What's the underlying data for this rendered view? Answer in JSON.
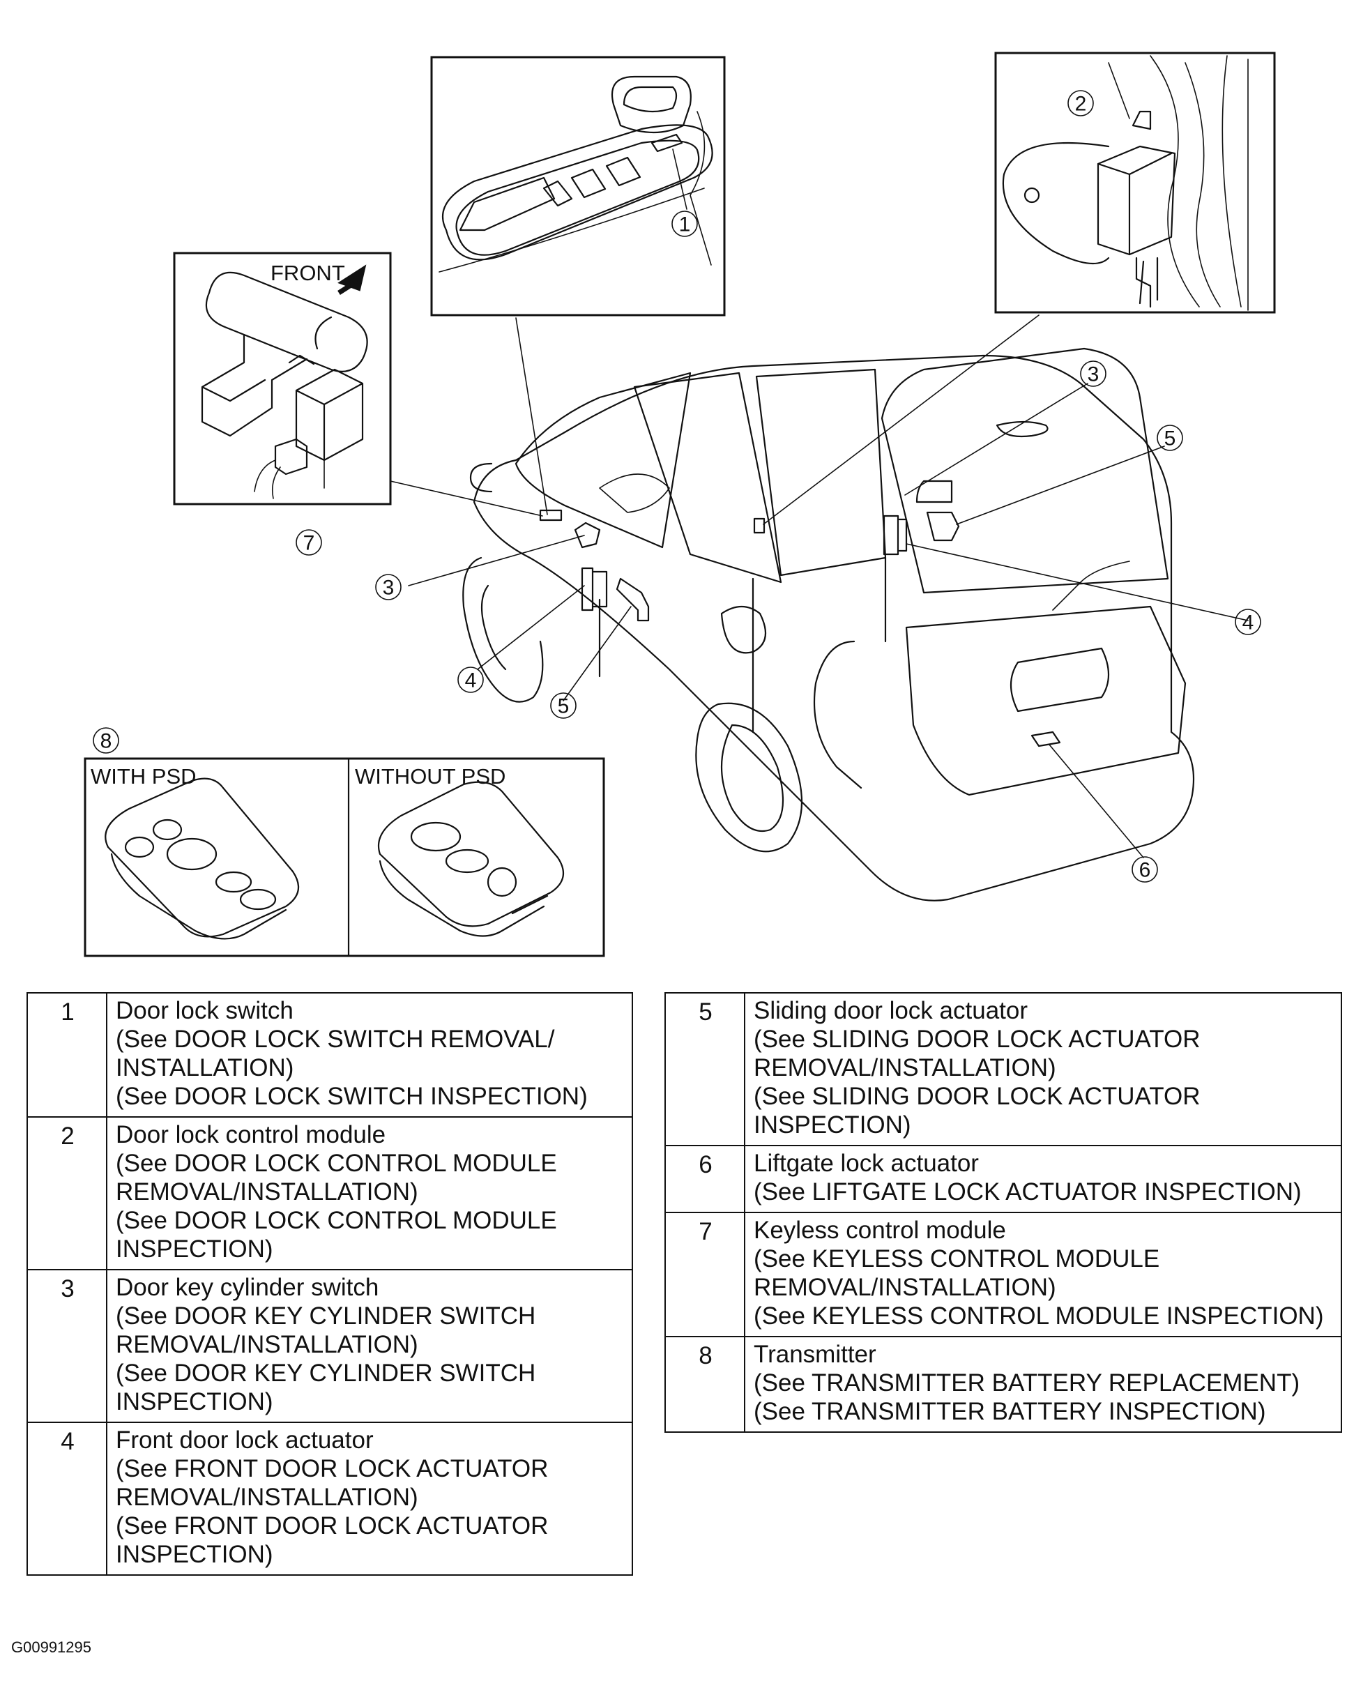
{
  "diagram": {
    "front_label": "FRONT",
    "callouts": [
      "1",
      "2",
      "3",
      "4",
      "5",
      "6",
      "7",
      "8"
    ],
    "transmitter_inset": {
      "with_psd": "WITH PSD",
      "without_psd": "WITHOUT PSD"
    }
  },
  "parts_table": [
    {
      "num": "1",
      "name": "Door lock switch",
      "refs": [
        "(See DOOR LOCK SWITCH REMOVAL/ INSTALLATION)",
        "(See DOOR LOCK SWITCH INSPECTION)"
      ]
    },
    {
      "num": "2",
      "name": "Door lock control module",
      "refs": [
        "(See DOOR LOCK CONTROL MODULE REMOVAL/INSTALLATION)",
        "(See DOOR LOCK CONTROL MODULE INSPECTION)"
      ]
    },
    {
      "num": "3",
      "name": "Door key cylinder switch",
      "refs": [
        "(See DOOR KEY CYLINDER SWITCH REMOVAL/INSTALLATION)",
        "(See DOOR KEY CYLINDER SWITCH INSPECTION)"
      ]
    },
    {
      "num": "4",
      "name": "Front door lock actuator",
      "refs": [
        "(See FRONT DOOR LOCK ACTUATOR REMOVAL/INSTALLATION)",
        "(See FRONT DOOR LOCK ACTUATOR INSPECTION)"
      ]
    },
    {
      "num": "5",
      "name": "Sliding door lock actuator",
      "refs": [
        "(See SLIDING DOOR LOCK ACTUATOR REMOVAL/INSTALLATION)",
        "(See SLIDING DOOR LOCK ACTUATOR INSPECTION)"
      ]
    },
    {
      "num": "6",
      "name": "Liftgate lock actuator",
      "refs": [
        "(See LIFTGATE LOCK ACTUATOR INSPECTION)"
      ]
    },
    {
      "num": "7",
      "name": "Keyless control module",
      "refs": [
        "(See KEYLESS CONTROL MODULE REMOVAL/INSTALLATION)",
        "(See KEYLESS CONTROL MODULE INSPECTION)"
      ]
    },
    {
      "num": "8",
      "name": "Transmitter",
      "refs": [
        "(See TRANSMITTER BATTERY REPLACEMENT)",
        "(See TRANSMITTER BATTERY INSPECTION)"
      ]
    }
  ],
  "figure_id": "G00991295"
}
